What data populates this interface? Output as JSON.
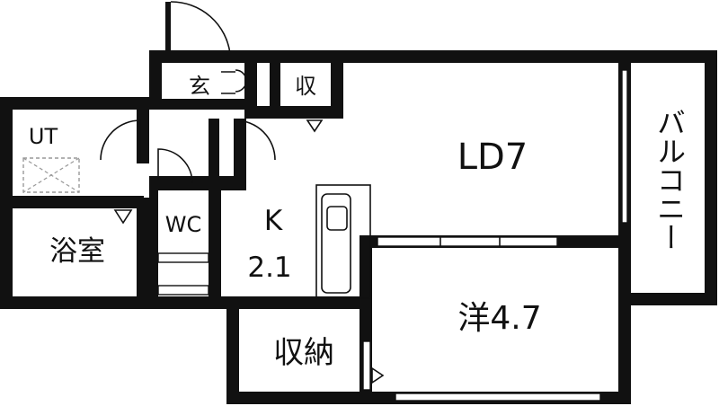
{
  "rooms": {
    "entrance": "玄",
    "storage_small": "収",
    "utility": "UT",
    "bath": "浴室",
    "toilet": "WC",
    "kitchen_name": "K",
    "kitchen_size": "2.1",
    "living_dining": "LD7",
    "closet": "収納",
    "western_room": "洋4.7",
    "balcony": "バルコニー"
  },
  "colors": {
    "wall": "#111111",
    "background": "#ffffff",
    "washer_dash": "#999999"
  }
}
